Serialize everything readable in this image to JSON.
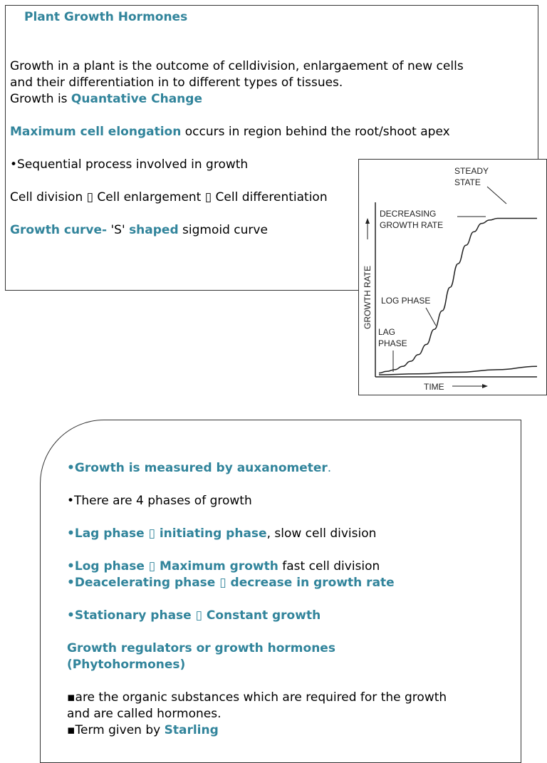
{
  "slide1": {
    "title": "Plant Growth  Hormones",
    "p1_line1": "Growth in a plant is the outcome of celldivision, enlargaement of  new cells",
    "p1_line2": "and their differentiation in to different types of tissues.",
    "p2_prefix": "Growth is ",
    "p2_em": "Quantative Change",
    "p3_em": "Maximum cell elongation",
    "p3_rest": " occurs in region behind the root/shoot apex",
    "p4": "•Sequential process involved in growth",
    "p5": "Cell division ▯ Cell enlargement ▯ Cell differentiation",
    "p6_em1": "Growth curve-",
    "p6_mid": " 'S' ",
    "p6_em2": "shaped",
    "p6_rest": " sigmoid curve"
  },
  "chart": {
    "label_steady_1": "STEADY",
    "label_steady_2": "STATE",
    "label_decr_1": "DECREASING",
    "label_decr_2": "GROWTH RATE",
    "label_log": "LOG PHASE",
    "label_lag_1": "LAG",
    "label_lag_2": "PHASE",
    "ylabel": "GROWTH RATE",
    "xlabel": "TIME"
  },
  "chart_data": {
    "type": "line",
    "title": "",
    "xlabel": "TIME",
    "ylabel": "GROWTH RATE",
    "series": [
      {
        "x": [
          0,
          5,
          10,
          15,
          20,
          25,
          30,
          35,
          40,
          45,
          50,
          55,
          60,
          65,
          70,
          75,
          80,
          85,
          90,
          95,
          100
        ],
        "y": [
          1,
          2,
          3,
          5,
          8,
          12,
          18,
          27,
          38,
          52,
          66,
          77,
          85,
          90,
          92,
          93,
          93,
          93,
          93,
          93,
          93
        ]
      },
      {
        "x": [
          0,
          25,
          50,
          75,
          100
        ],
        "y": [
          0,
          0.5,
          1.5,
          3,
          5
        ]
      }
    ],
    "xlim": [
      0,
      100
    ],
    "ylim": [
      0,
      100
    ],
    "annotations": [
      "STEADY STATE",
      "DECREASING GROWTH RATE",
      "LOG PHASE",
      "LAG PHASE"
    ]
  },
  "slide2": {
    "b1_em": "•Growth is measured by auxanometer",
    "b1_dot": ".",
    "b2": "•There are 4 phases of growth",
    "b3_em": "•Lag phase ▯ initiating phase",
    "b3_rest": ", slow cell division",
    "b4_em": "•Log phase ▯ Maximum growth",
    "b4_rest": " fast cell division",
    "b5_em": "•Deacelerating phase ▯ decrease in growth rate",
    "b6_em": "•Stationary phase ▯ Constant growth",
    "h1": "Growth regulators or growth hormones",
    "h2": "(Phytohormones)",
    "p1": "▪are the organic substances which are required for the growth",
    "p2": "and are called hormones.",
    "p3_prefix": "▪Term given by ",
    "p3_em": "Starling"
  }
}
